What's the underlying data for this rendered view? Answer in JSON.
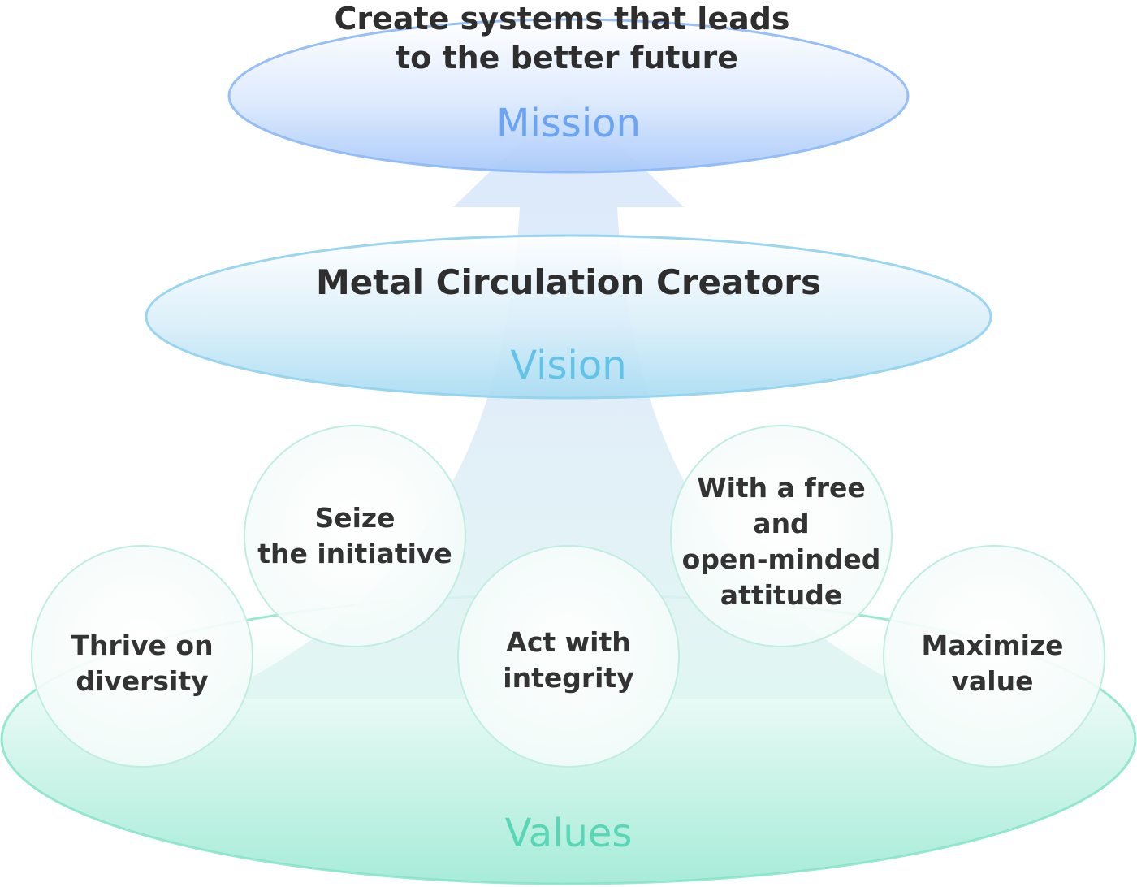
{
  "mission": {
    "statement": [
      "Create systems that leads",
      "to the better future"
    ],
    "label": "Mission"
  },
  "vision": {
    "statement": "Metal Circulation Creators",
    "label": "Vision"
  },
  "values": {
    "label": "Values",
    "items": [
      {
        "lines": [
          "Thrive on",
          "diversity"
        ]
      },
      {
        "lines": [
          "Seize",
          "the initiative"
        ]
      },
      {
        "lines": [
          "Act with",
          "integrity"
        ]
      },
      {
        "lines": [
          "With a free",
          "and",
          "open-minded",
          "attitude"
        ]
      },
      {
        "lines": [
          "Maximize",
          "value"
        ]
      }
    ]
  },
  "colors": {
    "mission": "#6aa4f5",
    "vision": "#62c3ea",
    "values": "#58d6b6",
    "text": "#333333"
  }
}
